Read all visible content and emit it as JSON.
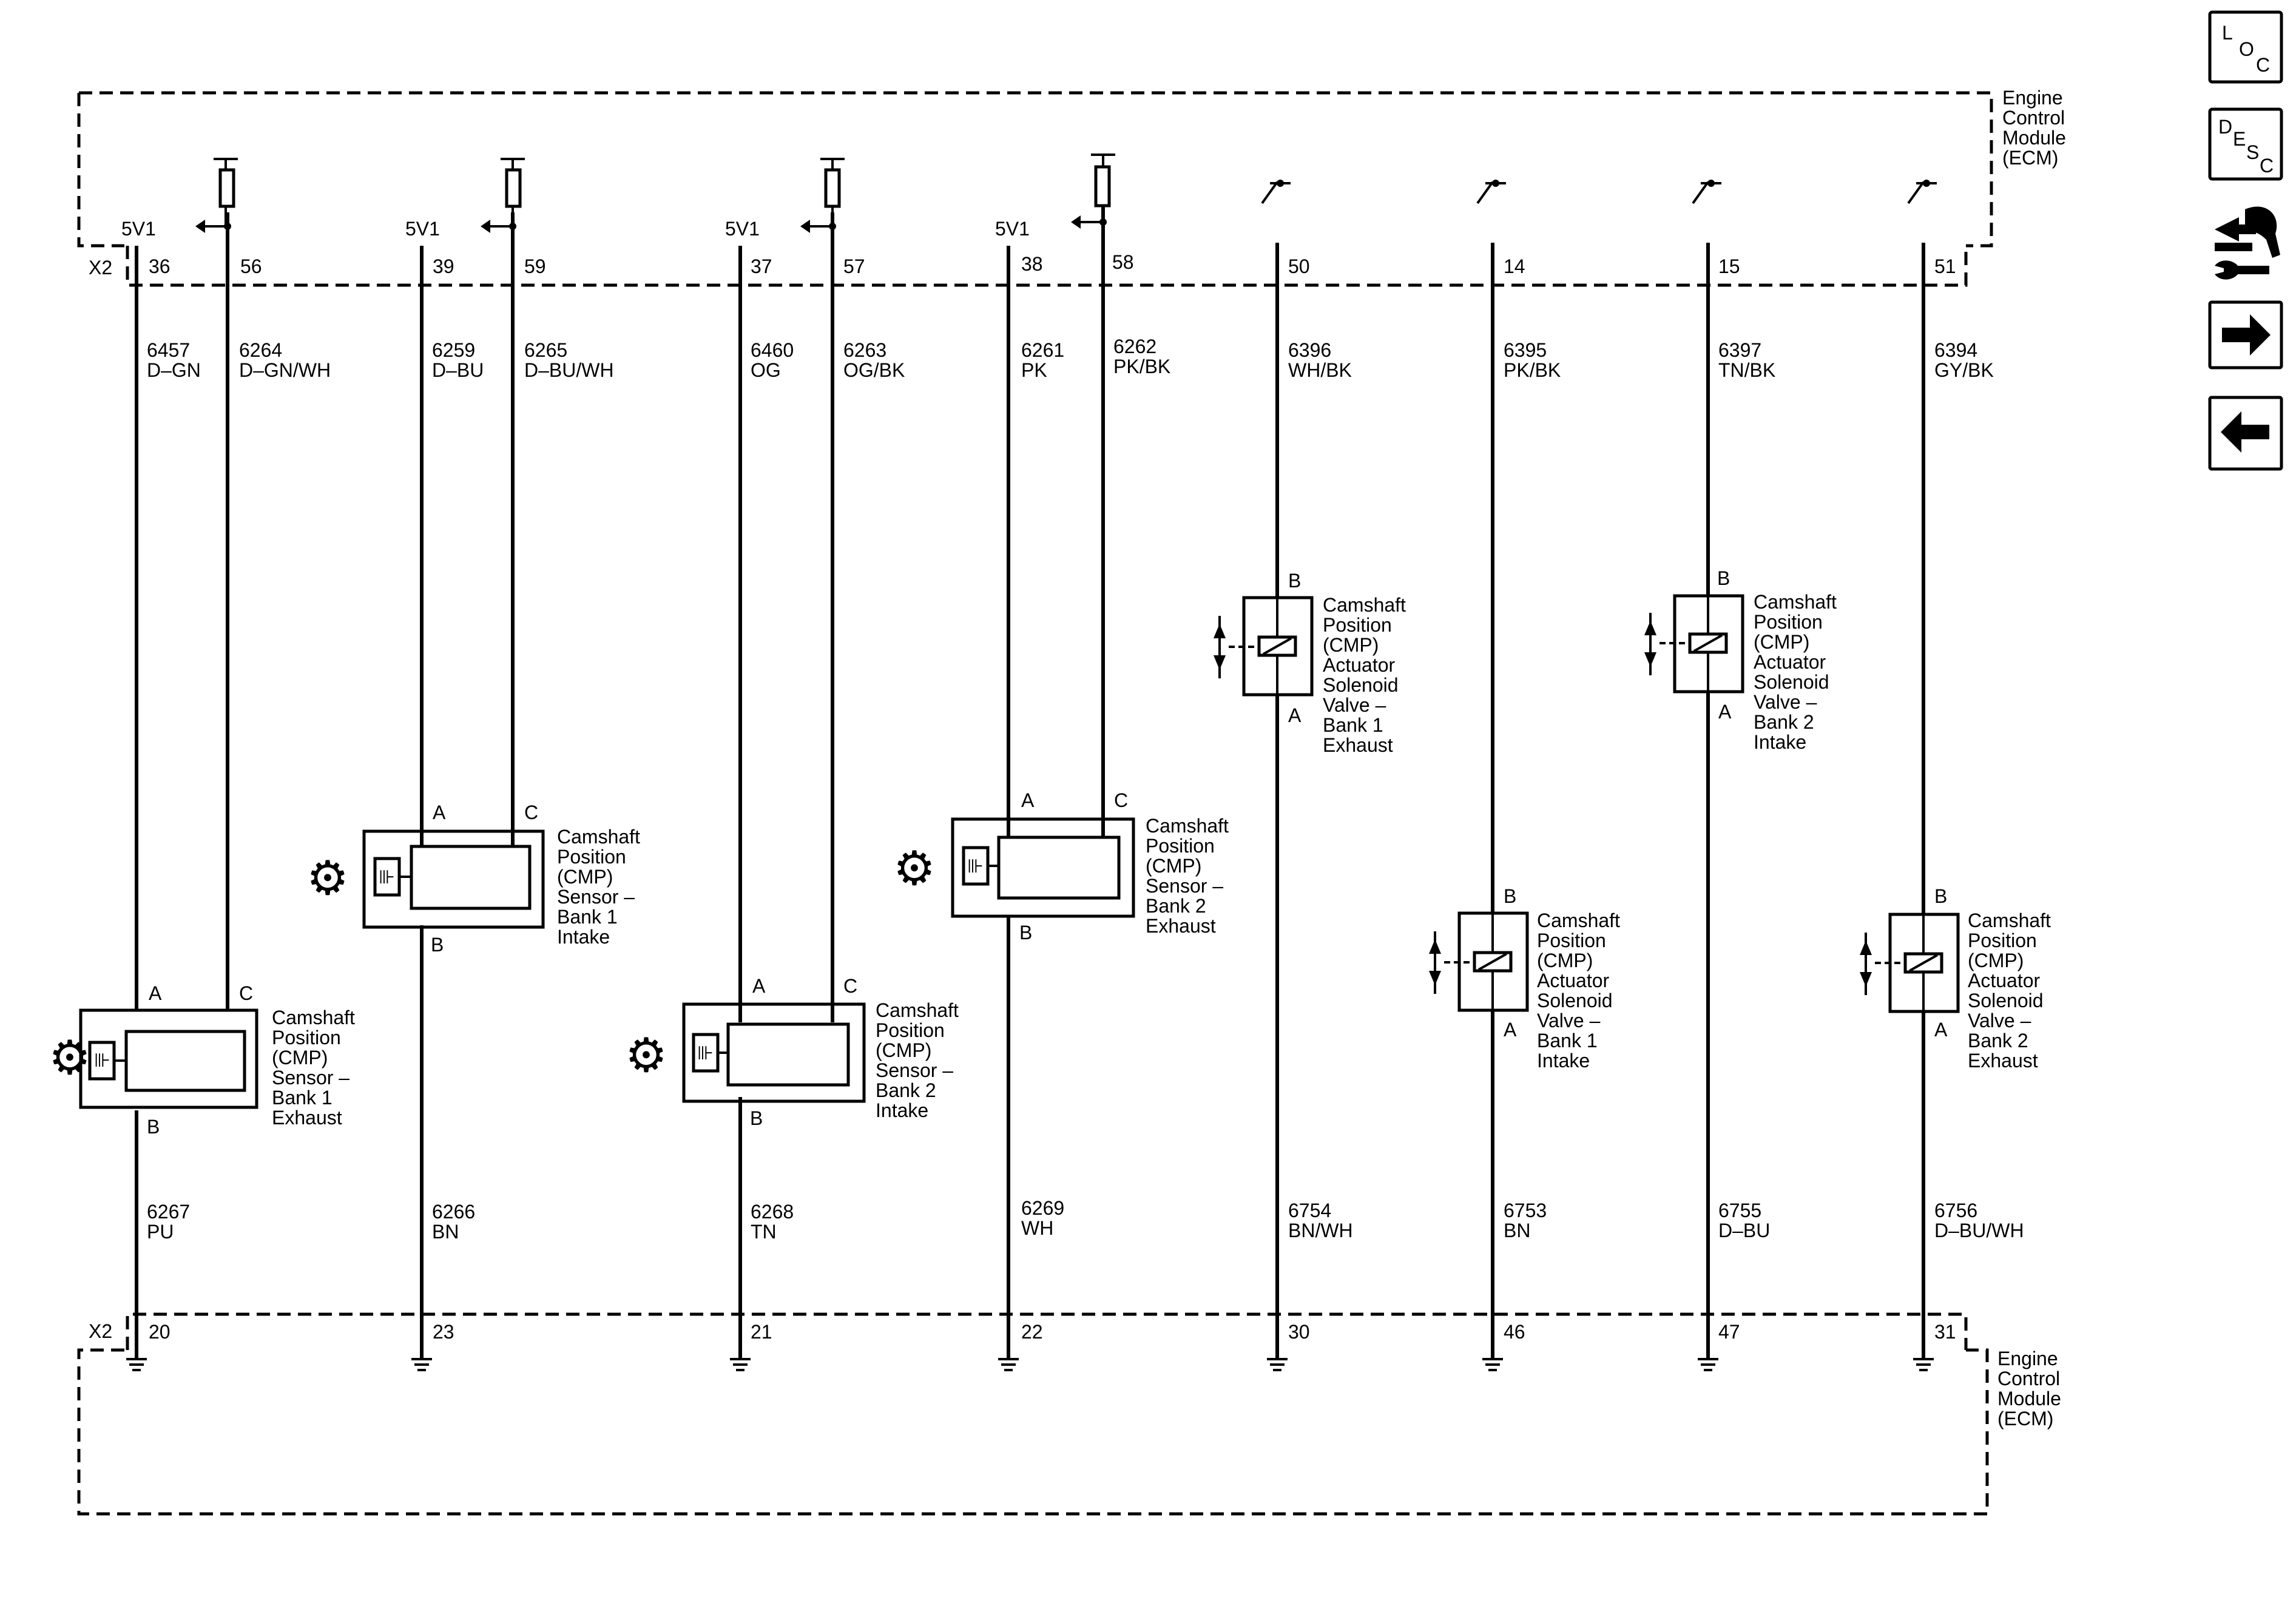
{
  "module": {
    "name_lines": [
      "Engine",
      "Control",
      "Module",
      "(ECM)"
    ],
    "connector": "X2",
    "supply_label": "5V1"
  },
  "top_pins": [
    "36",
    "56",
    "39",
    "59",
    "37",
    "57",
    "38",
    "58",
    "50",
    "14",
    "15",
    "51"
  ],
  "bottom_pins": [
    "20",
    "23",
    "21",
    "22",
    "30",
    "46",
    "47",
    "31"
  ],
  "top_wires": [
    {
      "circuit": "6457",
      "color": "D–GN"
    },
    {
      "circuit": "6264",
      "color": "D–GN/WH"
    },
    {
      "circuit": "6259",
      "color": "D–BU"
    },
    {
      "circuit": "6265",
      "color": "D–BU/WH"
    },
    {
      "circuit": "6460",
      "color": "OG"
    },
    {
      "circuit": "6263",
      "color": "OG/BK"
    },
    {
      "circuit": "6261",
      "color": "PK"
    },
    {
      "circuit": "6262",
      "color": "PK/BK"
    },
    {
      "circuit": "6396",
      "color": "WH/BK"
    },
    {
      "circuit": "6395",
      "color": "PK/BK"
    },
    {
      "circuit": "6397",
      "color": "TN/BK"
    },
    {
      "circuit": "6394",
      "color": "GY/BK"
    }
  ],
  "bottom_wires": [
    {
      "circuit": "6267",
      "color": "PU"
    },
    {
      "circuit": "6266",
      "color": "BN"
    },
    {
      "circuit": "6268",
      "color": "TN"
    },
    {
      "circuit": "6269",
      "color": "WH"
    },
    {
      "circuit": "6754",
      "color": "BN/WH"
    },
    {
      "circuit": "6753",
      "color": "BN"
    },
    {
      "circuit": "6755",
      "color": "D–BU"
    },
    {
      "circuit": "6756",
      "color": "D–BU/WH"
    }
  ],
  "sensors": [
    {
      "pin_a": "A",
      "pin_b": "B",
      "pin_c": "C",
      "label_lines": [
        "Camshaft",
        "Position",
        "(CMP)",
        "Sensor –",
        "Bank 1",
        "Exhaust"
      ]
    },
    {
      "pin_a": "A",
      "pin_b": "B",
      "pin_c": "C",
      "label_lines": [
        "Camshaft",
        "Position",
        "(CMP)",
        "Sensor –",
        "Bank 1",
        "Intake"
      ]
    },
    {
      "pin_a": "A",
      "pin_b": "B",
      "pin_c": "C",
      "label_lines": [
        "Camshaft",
        "Position",
        "(CMP)",
        "Sensor –",
        "Bank 2",
        "Intake"
      ]
    },
    {
      "pin_a": "A",
      "pin_b": "B",
      "pin_c": "C",
      "label_lines": [
        "Camshaft",
        "Position",
        "(CMP)",
        "Sensor –",
        "Bank 2",
        "Exhaust"
      ]
    }
  ],
  "solenoids": [
    {
      "pin_top": "B",
      "pin_bottom": "A",
      "label_lines": [
        "Camshaft",
        "Position",
        "(CMP)",
        "Actuator",
        "Solenoid",
        "Valve –",
        "Bank 1",
        "Exhaust"
      ]
    },
    {
      "pin_top": "B",
      "pin_bottom": "A",
      "label_lines": [
        "Camshaft",
        "Position",
        "(CMP)",
        "Actuator",
        "Solenoid",
        "Valve –",
        "Bank 1",
        "Intake"
      ]
    },
    {
      "pin_top": "B",
      "pin_bottom": "A",
      "label_lines": [
        "Camshaft",
        "Position",
        "(CMP)",
        "Actuator",
        "Solenoid",
        "Valve –",
        "Bank 2",
        "Intake"
      ]
    },
    {
      "pin_top": "B",
      "pin_bottom": "A",
      "label_lines": [
        "Camshaft",
        "Position",
        "(CMP)",
        "Actuator",
        "Solenoid",
        "Valve –",
        "Bank 2",
        "Exhaust"
      ]
    }
  ],
  "side_nav": {
    "loc_letters": [
      "L",
      "O",
      "C"
    ],
    "desc_letters": [
      "D",
      "E",
      "S",
      "C"
    ],
    "tools_icon": "connector-tool-icon",
    "next_icon": "arrow-right-icon",
    "prev_icon": "arrow-left-icon"
  }
}
